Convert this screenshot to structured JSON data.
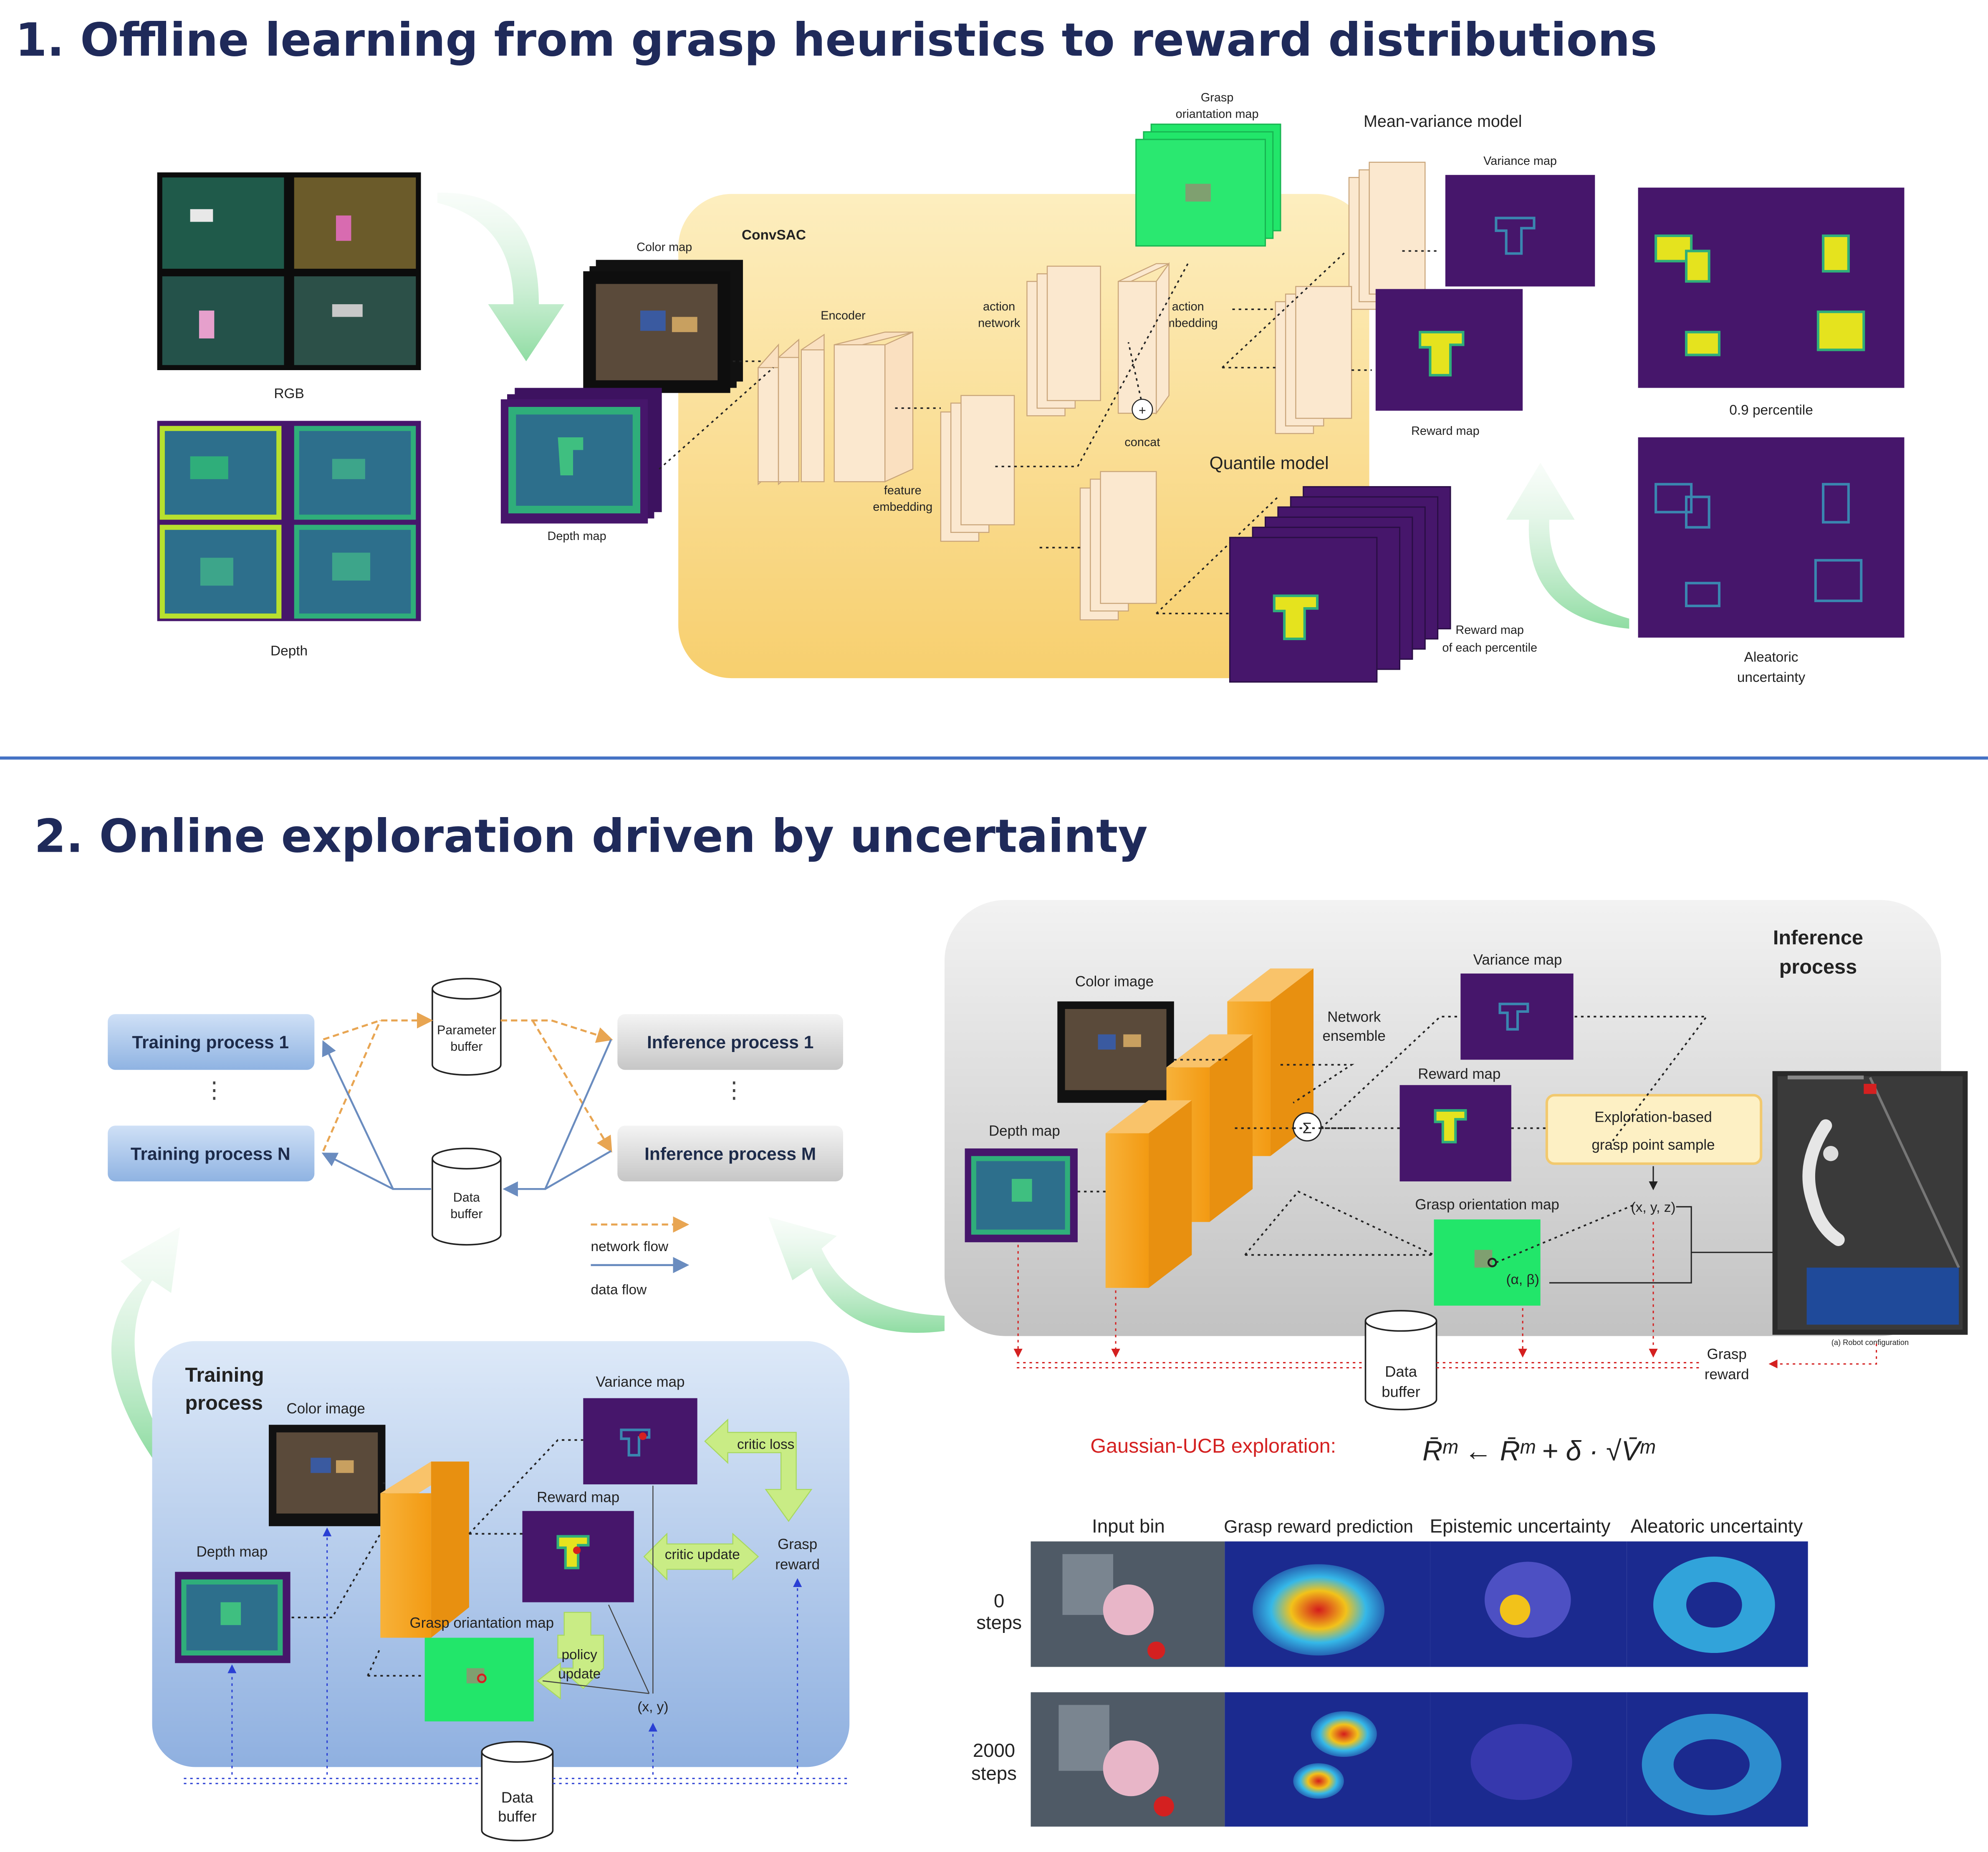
{
  "section1": {
    "title": "1. Offline learning from grasp heuristics to reward distributions",
    "labels": {
      "rgb": "RGB",
      "depth": "Depth",
      "color_map": "Color map",
      "depth_map": "Depth map",
      "convsac": "ConvSAC",
      "encoder": "Encoder",
      "feature_embedding_1": "feature",
      "feature_embedding_2": "embedding",
      "action_network_1": "action",
      "action_network_2": "network",
      "action_embedding_1": "action",
      "action_embedding_2": "embedding",
      "concat": "concat",
      "grasp_orientation_map_1": "Grasp",
      "grasp_orientation_map_2": "oriantation map",
      "mean_variance_model": "Mean-variance model",
      "variance_map": "Variance map",
      "reward_map": "Reward map",
      "quantile_model": "Quantile model",
      "reward_map_percentile_1": "Reward map",
      "reward_map_percentile_2": "of each percentile",
      "percentile_09": "0.9 percentile",
      "aleatoric_1": "Aleatoric",
      "aleatoric_2": "uncertainty"
    }
  },
  "section2": {
    "title": "2. Online exploration driven by uncertainty",
    "processes": {
      "training_1": "Training process 1",
      "training_n": "Training process N",
      "inference_1": "Inference process 1",
      "inference_m": "Inference process M",
      "parameter_buffer_1": "Parameter",
      "parameter_buffer_2": "buffer",
      "data_buffer_1": "Data",
      "data_buffer_2": "buffer",
      "legend_network_flow": "network flow",
      "legend_data_flow": "data flow",
      "vdots": "⋮"
    },
    "training_panel": {
      "title_1": "Training",
      "title_2": "process",
      "color_image": "Color image",
      "depth_map": "Depth map",
      "variance_map": "Variance map",
      "reward_map": "Reward map",
      "grasp_orientation_map": "Grasp oriantation map",
      "critic_loss": "critic loss",
      "critic_update": "critic update",
      "grasp_reward_1": "Grasp",
      "grasp_reward_2": "reward",
      "policy_update_1": "policy",
      "policy_update_2": "update",
      "xy": "(x, y)",
      "data_buffer_1": "Data",
      "data_buffer_2": "buffer"
    },
    "inference_panel": {
      "title_1": "Inference",
      "title_2": "process",
      "color_image": "Color image",
      "depth_map": "Depth map",
      "network_ensemble_1": "Network",
      "network_ensemble_2": "ensemble",
      "sigma": "Σ",
      "variance_map": "Variance map",
      "reward_map": "Reward map",
      "grasp_orientation_map": "Grasp orientation map",
      "exploration_1": "Exploration-based",
      "exploration_2": "grasp point sample",
      "xyz": "(x, y, z)",
      "alpha_beta": "(α, β)",
      "robot_caption": "(a) Robot configuration",
      "grasp_reward_1": "Grasp",
      "grasp_reward_2": "reward",
      "data_buffer_1": "Data",
      "data_buffer_2": "buffer"
    },
    "ucb": {
      "label": "Gaussian-UCB exploration:",
      "formula": "R̄ᵐ ← R̄ᵐ + δ · √V̄ᵐ"
    },
    "heatmap_grid": {
      "columns": [
        "Input bin",
        "Grasp reward prediction",
        "Epistemic uncertainty",
        "Aleatoric uncertainty"
      ],
      "rows": [
        {
          "count": "0",
          "unit": "steps"
        },
        {
          "count": "2000",
          "unit": "steps"
        }
      ]
    }
  },
  "colors": {
    "heading": "#1f2a5a",
    "divider": "#4472c4",
    "convsac_panel": "#fbd88a",
    "viridis_dark": "#46166b",
    "viridis_green": "#2fae7a",
    "viridis_yellow": "#e5e31e",
    "grasp_green": "#22e66a",
    "orange_block": "#f5a623",
    "training_panel": "#a9c4ea",
    "inference_panel": "#d4d4d4",
    "arrow_green": "#9fe0ae",
    "network_flow": "#e8a552",
    "data_flow": "#6a8cbf",
    "ucb_red": "#d42020",
    "exploration_box": "#fdf0c4"
  }
}
